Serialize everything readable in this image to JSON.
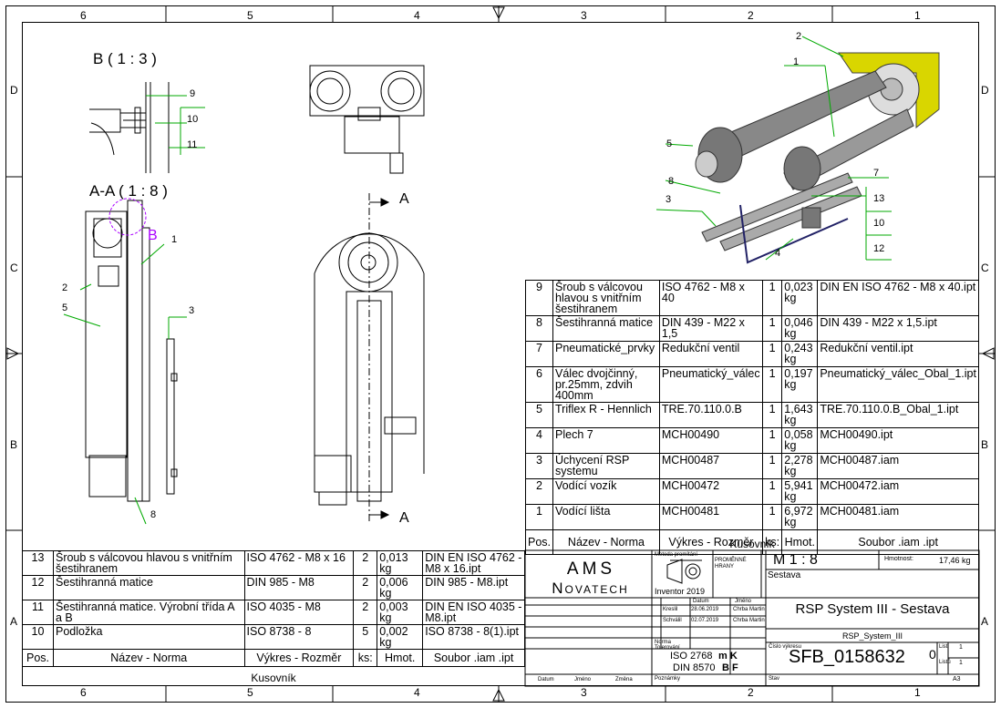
{
  "zones": {
    "columns": [
      "6",
      "5",
      "4",
      "3",
      "2",
      "1"
    ],
    "rows": [
      "D",
      "C",
      "B",
      "A"
    ]
  },
  "views": {
    "detail_b": "B ( 1 : 3 )",
    "section_aa": "A-A ( 1 : 8 )",
    "marker_b": "B",
    "section_mark": "A"
  },
  "balloons": {
    "detail": [
      "9",
      "10",
      "11"
    ],
    "section": [
      "1",
      "2",
      "5",
      "3",
      "8"
    ],
    "iso": [
      "2",
      "1",
      "5",
      "8",
      "3",
      "7",
      "13",
      "10",
      "12",
      "4"
    ]
  },
  "bom_main": {
    "rows": [
      [
        "9",
        "Šroub s válcovou hlavou s vnitřním šestihranem",
        "ISO 4762  - M8 x 40",
        "1",
        "0,023 kg",
        "DIN EN ISO 4762 - M8 x 40.ipt"
      ],
      [
        "8",
        "Šestihranná matice",
        "DIN 439 - M22 x 1,5",
        "1",
        "0,046 kg",
        "DIN 439 - M22 x 1,5.ipt"
      ],
      [
        "7",
        "Pneumatické_prvky",
        "Redukční ventil",
        "1",
        "0,243 kg",
        "Redukční ventil.ipt"
      ],
      [
        "6",
        "Válec dvojčinný, pr.25mm, zdvih 400mm",
        "Pneumatický_válec",
        "1",
        "0,197 kg",
        "Pneumatický_válec_Obal_1.ipt"
      ],
      [
        "5",
        "Triflex R - Hennlich",
        "TRE.70.110.0.B",
        "1",
        "1,643 kg",
        "TRE.70.110.0.B_Obal_1.ipt"
      ],
      [
        "4",
        "Plech 7",
        "MCH00490",
        "1",
        "0,058 kg",
        "MCH00490.ipt"
      ],
      [
        "3",
        "Úchycení RSP systemu",
        "MCH00487",
        "1",
        "2,278 kg",
        "MCH00487.iam"
      ],
      [
        "2",
        "Vodící vozík",
        "MCH00472",
        "1",
        "5,941 kg",
        "MCH00472.iam"
      ],
      [
        "1",
        "Vodící lišta",
        "MCH00481",
        "1",
        "6,972 kg",
        "MCH00481.iam"
      ]
    ],
    "header": [
      "Pos.",
      "Název - Norma",
      "Výkres - Rozměr",
      "ks:",
      "Hmot.",
      "Soubor .iam .ipt"
    ],
    "caption": "Kusovník"
  },
  "bom_small": {
    "rows": [
      [
        "13",
        "Šroub s válcovou hlavou s vnitřním šestihranem",
        "ISO 4762  - M8 x 16",
        "2",
        "0,013 kg",
        "DIN EN ISO 4762 - M8 x 16.ipt"
      ],
      [
        "12",
        "Šestihranná matice",
        "DIN 985 - M8",
        "2",
        "0,006 kg",
        "DIN 985 - M8.ipt"
      ],
      [
        "11",
        "Šestihranná matice. Výrobní třída A a B",
        "ISO 4035 - M8",
        "2",
        "0,003 kg",
        "DIN EN ISO 4035 - M8.ipt"
      ],
      [
        "10",
        "Podložka",
        "ISO 8738 - 8",
        "5",
        "0,002 kg",
        "ISO 8738 - 8(1).ipt"
      ]
    ],
    "header": [
      "Pos.",
      "Název - Norma",
      "Výkres - Rozměr",
      "ks:",
      "Hmot.",
      "Soubor .iam .ipt"
    ],
    "caption": "Kusovník"
  },
  "title_block": {
    "company_line1": "AMS",
    "company_line2": "Novatech",
    "software": "Inventor 2019",
    "scale": "M 1 : 8",
    "mass_label": "Hmotnost:",
    "mass": "17,46 kg",
    "type": "Sestava",
    "title": "RSP System III - Sestava",
    "file": "RSP_System_III",
    "drawing_no": "SFB_0158632",
    "revision": "0",
    "std1": "ISO 2768",
    "std1b": "m  K",
    "std2": "DIN  8570",
    "std2b": "B F",
    "date1": "28.06.2019",
    "date2": "02.07.2019",
    "name1": "Chrba Martin",
    "name2": "Chrba Martin",
    "sheet": "1",
    "sheets": "1",
    "format": "A3",
    "datum_label": "Datum",
    "jmeno_label": "Jméno",
    "small_labels": [
      "Metoda promítání",
      "PROMĚNNÉ HRANY",
      "Kreslil",
      "Schválil",
      "Norma",
      "Tolerování",
      "Číslo výkresu",
      "List",
      "Listů",
      "Stav",
      "Poznámky",
      "Datum",
      "Jméno",
      "Změna"
    ]
  }
}
